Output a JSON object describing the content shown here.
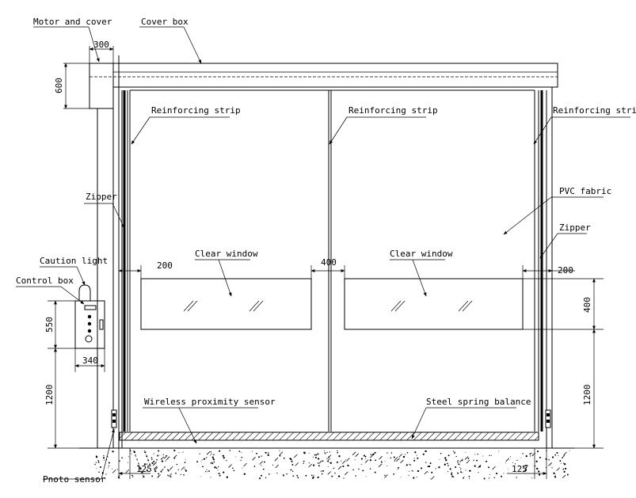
{
  "labels": {
    "motor_and_cover": "Motor and cover",
    "cover_box": "Cover box",
    "reinforcing_strip_left": "Reinforcing strip",
    "reinforcing_strip_middle": "Reinforcing strip",
    "reinforcing_strip_right": "Reinforcing strip",
    "zipper_left": "Zipper",
    "zipper_right": "Zipper",
    "pvc_fabric": "PVC fabric",
    "clear_window_left": "Clear window",
    "clear_window_right": "Clear window",
    "caution_light": "Caution light",
    "control_box": "Control box",
    "wireless_sensor": "Wireless proximity sensor",
    "steel_spring": "Steel spring balance",
    "photo_sensor": "Pnoto sensor"
  },
  "dimensions": {
    "motor_width": "300",
    "motor_height": "600",
    "window_offset_left": "200",
    "window_gap": "400",
    "window_offset_right": "200",
    "window_height": "400",
    "control_box_height": "550",
    "control_box_width": "340",
    "control_box_elevation": "1200",
    "window_elevation": "1200",
    "sensor_offset_left": "125",
    "sensor_offset_right": "125"
  }
}
